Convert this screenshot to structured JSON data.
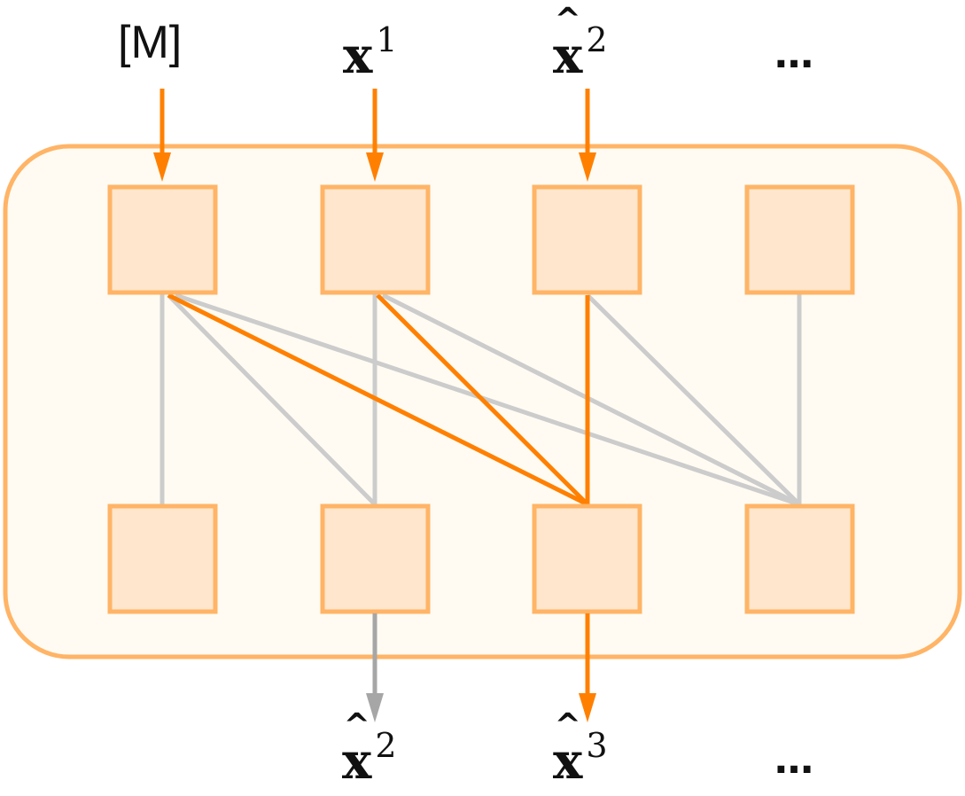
{
  "inputs": [
    {
      "base": "[M]",
      "sup": "",
      "hat": false
    },
    {
      "base": "x",
      "sup": "1",
      "hat": false
    },
    {
      "base": "x",
      "sup": "2",
      "hat": true
    },
    {
      "base": "…",
      "sup": "",
      "hat": false
    }
  ],
  "outputs": [
    {
      "base": "x",
      "sup": "2",
      "hat": true
    },
    {
      "base": "x",
      "sup": "3",
      "hat": true
    },
    {
      "base": "…",
      "sup": "",
      "hat": false
    }
  ],
  "colors": {
    "accent": "#ff8000",
    "muted_arrow": "#a6a6a6",
    "connection": "#cccccc",
    "container_fill": "#fffbf2",
    "container_stroke": "#ffb466",
    "node_fill": "#ffe6cc",
    "node_stroke": "#ffb466"
  }
}
